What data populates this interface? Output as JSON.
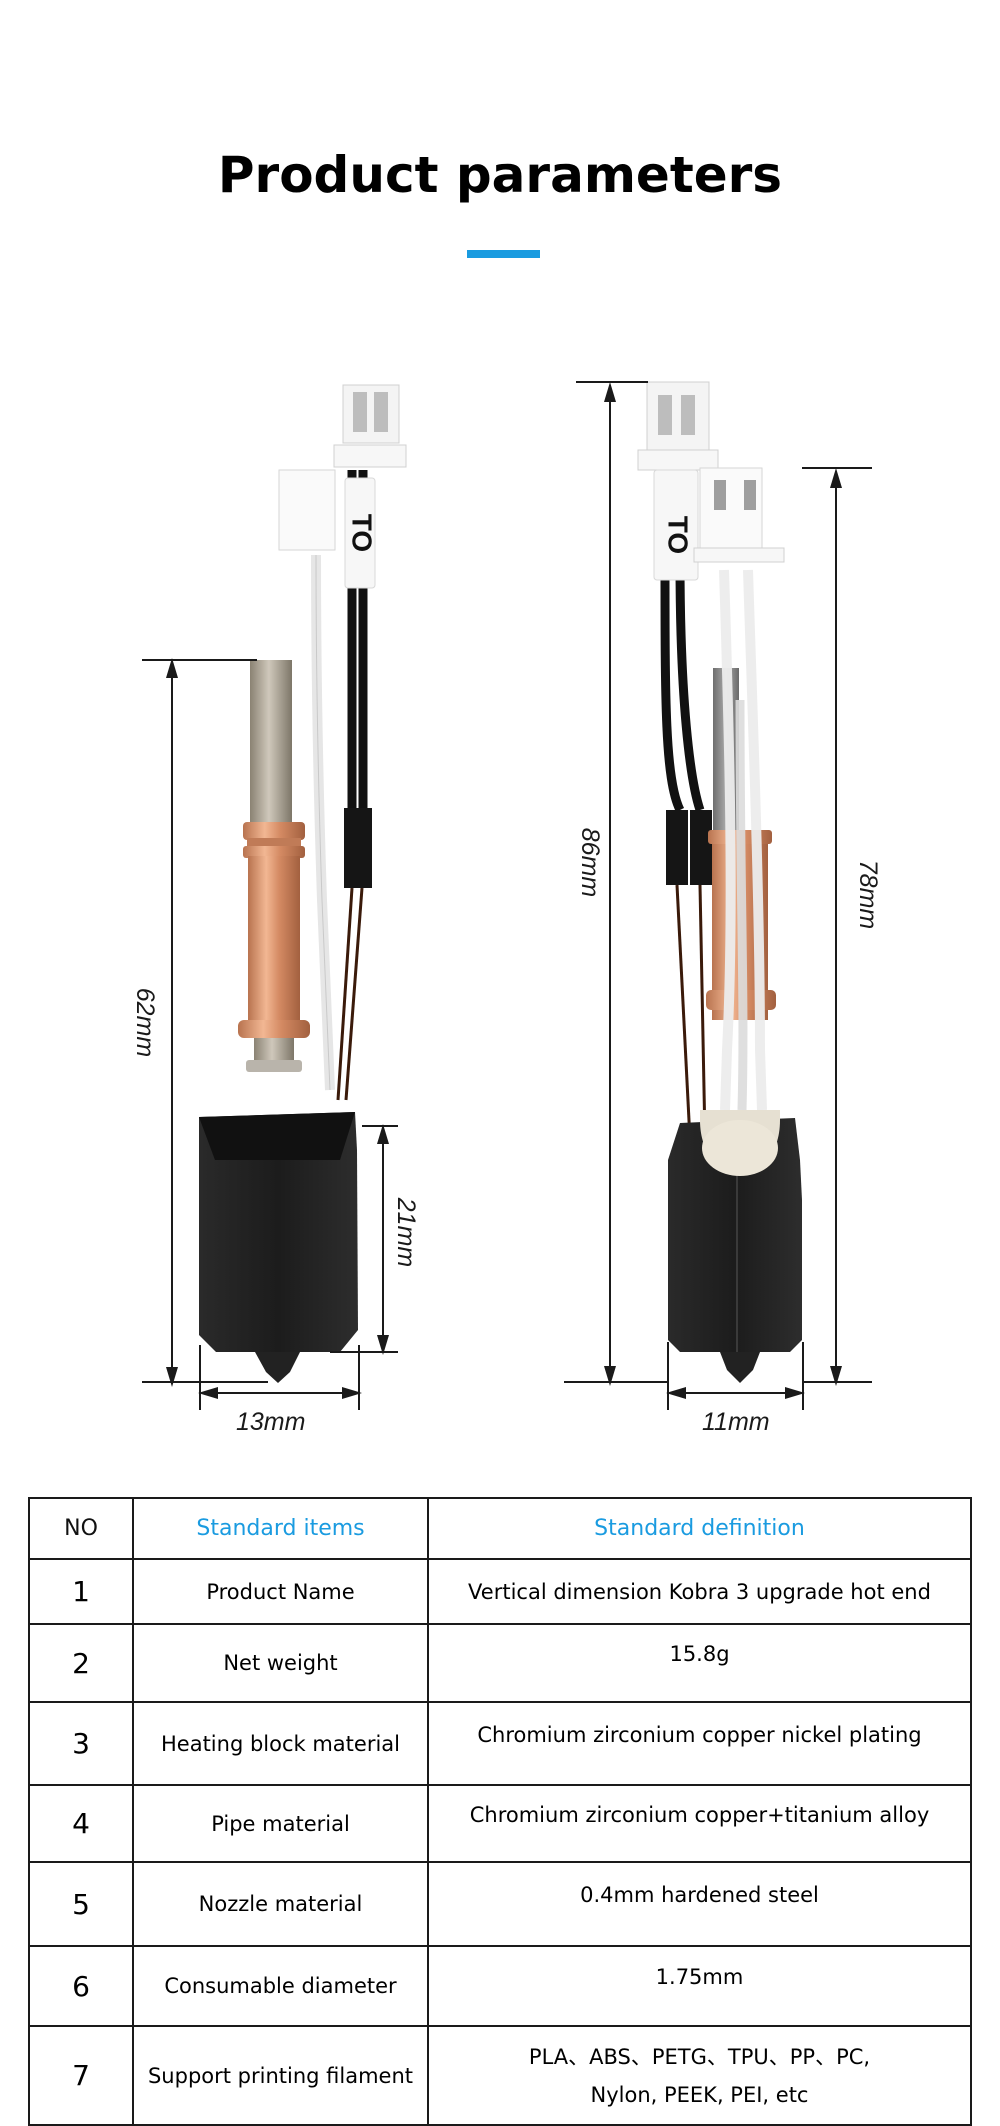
{
  "header": {
    "title": "Product parameters",
    "accent_color": "#1a9be0"
  },
  "figure": {
    "left_product": {
      "cable_label": "TO",
      "dimensions": {
        "overall_height": "62mm",
        "block_height": "21mm",
        "block_width": "13mm"
      }
    },
    "right_product": {
      "cable_label": "TO",
      "dimensions": {
        "overall_height": "86mm",
        "body_height": "78mm",
        "block_width": "11mm"
      }
    }
  },
  "table": {
    "headers": {
      "no": "NO",
      "items": "Standard items",
      "definition": "Standard definition"
    },
    "rows": [
      {
        "no": "1",
        "item": "Product Name",
        "definition": "Vertical dimension Kobra 3 upgrade hot end"
      },
      {
        "no": "2",
        "item": "Net weight",
        "definition": "15.8g"
      },
      {
        "no": "3",
        "item": "Heating block material",
        "definition": "Chromium zirconium copper nickel plating"
      },
      {
        "no": "4",
        "item": "Pipe material",
        "definition": "Chromium zirconium copper+titanium alloy"
      },
      {
        "no": "5",
        "item": "Nozzle material",
        "definition": "0.4mm hardened steel"
      },
      {
        "no": "6",
        "item": "Consumable diameter",
        "definition": "1.75mm"
      },
      {
        "no": "7",
        "item": "Support printing filament",
        "definition_line1": "PLA、ABS、PETG、TPU、PP、PC,",
        "definition_line2": "Nylon, PEEK, PEI, etc"
      }
    ]
  }
}
